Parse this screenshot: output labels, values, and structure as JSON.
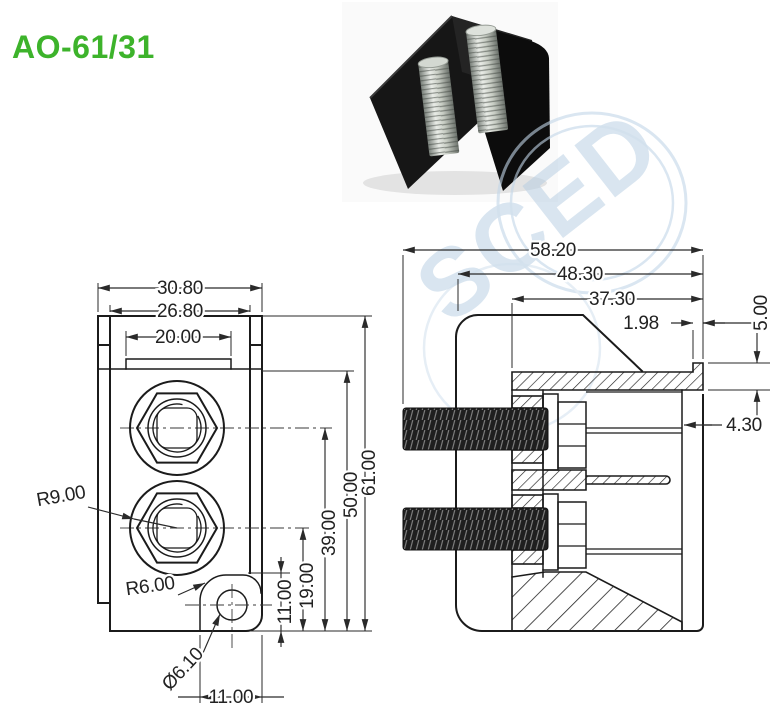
{
  "title": "AO-61/31",
  "watermark": {
    "text": "SCED",
    "color": "#b5cde2",
    "ring_color": "#c2d6e8"
  },
  "colors": {
    "title_green": "#3db32b",
    "line": "#1b1b1b",
    "dim_text": "#222222"
  },
  "front_view": {
    "dim_width_outer": "30.80",
    "dim_width_inner": "26.80",
    "dim_boss_width": "20.00",
    "dim_height_total": "61.00",
    "dim_height_shoulder": "50.00",
    "dim_upper_stud_height": "39.00",
    "dim_lower_stud_height": "19.00",
    "dim_ear_height": "11.00",
    "dim_hole_offset": "11.00",
    "label_washer_radius": "R9.00",
    "label_corner_radius": "R6.00",
    "label_hole_diameter": "Ø6.10"
  },
  "side_view": {
    "dim_length_total": "58.20",
    "dim_length_body": "48.30",
    "dim_length_plate": "37.30",
    "dim_lip_width": "1.98",
    "dim_lip_height": "5.00",
    "dim_wall_thickness": "4.30"
  }
}
